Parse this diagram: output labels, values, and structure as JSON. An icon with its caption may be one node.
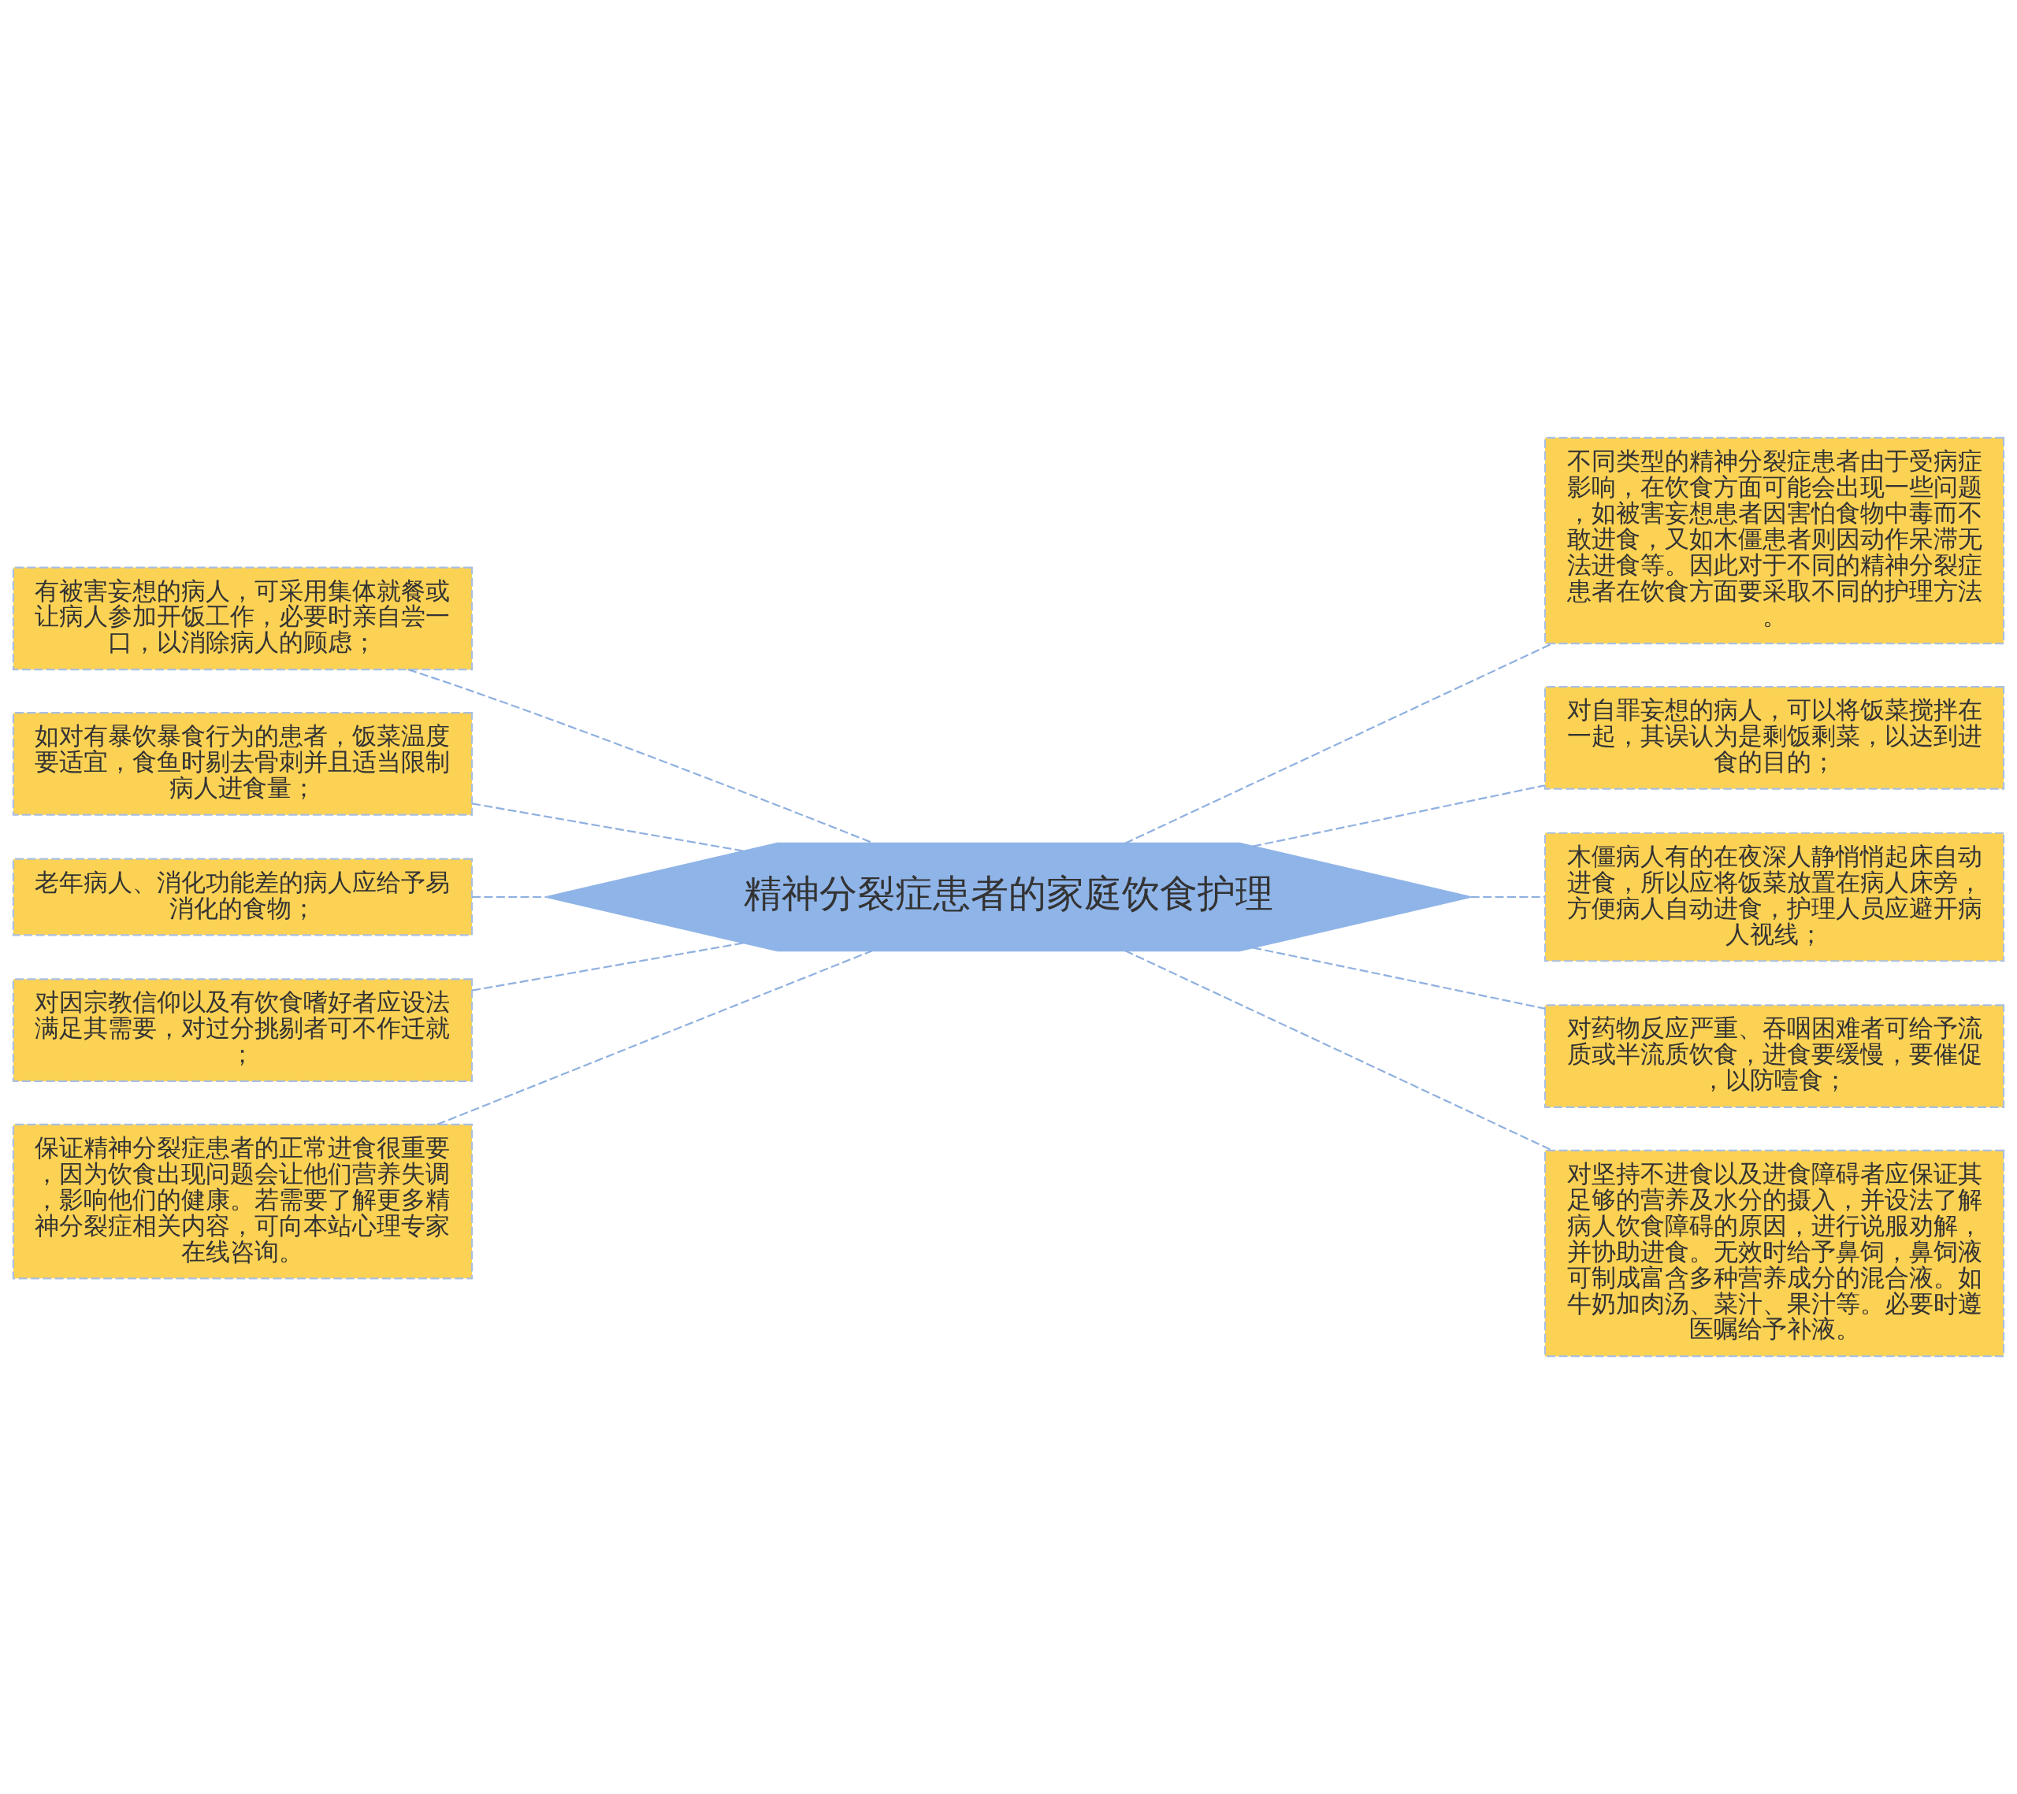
{
  "diagram": {
    "nodes": [
      {
        "text": [
          "精神分裂症患者的家庭饮食护理"
        ]
      },
      {
        "text": [
          "有被害妄想的病人，可采用集体就餐或让病人参加开饭工作，必要时亲自尝一口，以消除病人的顾虑；"
        ]
      },
      {
        "text": [
          "如对有暴饮暴食行为的患者，饭菜温度要适宜，食鱼时剔去骨刺并且适当限制病人进食量；"
        ]
      },
      {
        "text": [
          "老年病人、消化功能差的病人应给予易消化的食物；"
        ]
      },
      {
        "text": [
          "对因宗教信仰以及有饮食嗜好者应设法满足其需要，对过分挑剔者可不作迁就；"
        ]
      },
      {
        "text": [
          "保证精神分裂症患者的正常进食很重要，因为饮食出现问题会让他们营养失调，影响他们的健康。若需要了解更多精神分裂症相关内容，可向本站心理专家在线咨询。"
        ]
      },
      {
        "text": [
          "不同类型的精神分裂症患者由于受病症影响，在饮食方面可能会出现一些问题，如被害妄想患者因害怕食物中毒而不敢进食，又如木僵患者则因动作呆滞无法进食等。因此对于不同的精神分裂症患者在饮食方面要采取不同的护理方法。"
        ]
      },
      {
        "text": [
          "对自罪妄想的病人，可以将饭菜搅拌在一起，其误认为是剩饭剩菜，以达到进食的目的；"
        ]
      },
      {
        "text": [
          "木僵病人有的在夜深人静悄悄起床自动进食，所以应将饭菜放置在病人床旁，方便病人自动进食，护理人员应避开病人视线；"
        ]
      },
      {
        "text": [
          "对药物反应严重、吞咽困难者可给予流质或半流质饮食，进食要缓慢，要催促，以防噎食；"
        ]
      },
      {
        "text": [
          "对坚持不进食以及进食障碍者应保证其足够的营养及水分的摄入，并设法了解病人饮食障碍的原因，进行说服劝解，并协助进食。无效时给予鼻饲，鼻饲液可制成富含多种营养成分的混合液。如牛奶加肉汤、菜汁、果汁等。必要时遵医嘱给予补液。"
        ]
      }
    ],
    "edges": [
      {
        "from": 1,
        "to": 0,
        "arrow": "none",
        "style": "dashed"
      },
      {
        "from": 2,
        "to": 0,
        "arrow": "none",
        "style": "dashed"
      },
      {
        "from": 3,
        "to": 0,
        "arrow": "none",
        "style": "dashed"
      },
      {
        "from": 4,
        "to": 0,
        "arrow": "none",
        "style": "dashed"
      },
      {
        "from": 5,
        "to": 0,
        "arrow": "none",
        "style": "dashed"
      },
      {
        "from": 0,
        "to": 6,
        "arrow": "none",
        "style": "dashed"
      },
      {
        "from": 0,
        "to": 7,
        "arrow": "none",
        "style": "dashed"
      },
      {
        "from": 0,
        "to": 8,
        "arrow": "none",
        "style": "dashed"
      },
      {
        "from": 0,
        "to": 9,
        "arrow": "none",
        "style": "dashed"
      },
      {
        "from": 0,
        "to": 10,
        "arrow": "none",
        "style": "dashed"
      }
    ]
  }
}
